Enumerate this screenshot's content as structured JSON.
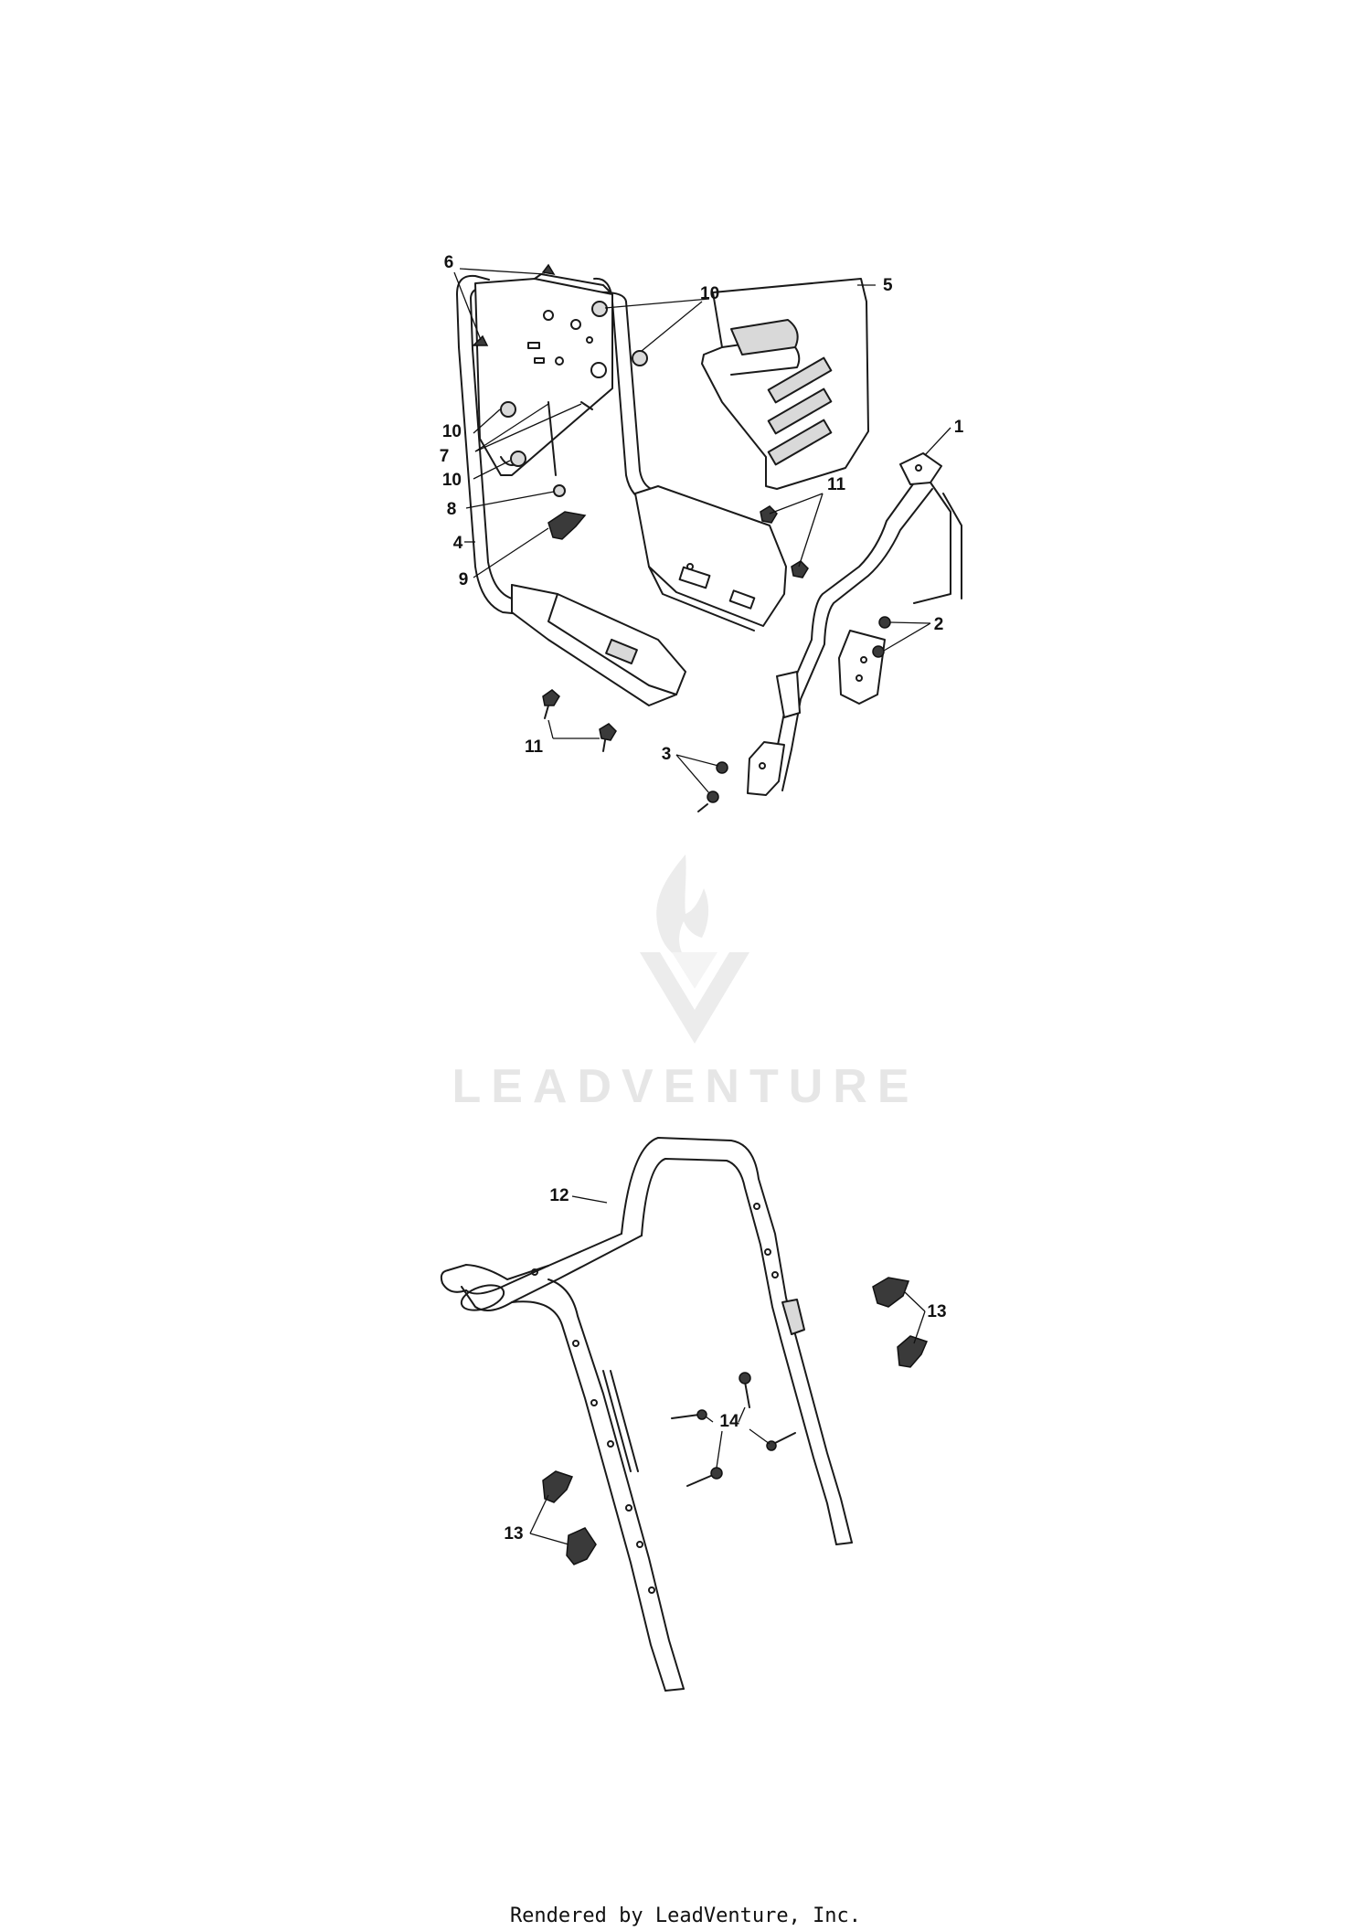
{
  "diagram": {
    "labels": {
      "p1": "1",
      "p2": "2",
      "p3": "3",
      "p4": "4",
      "p5": "5",
      "p6": "6",
      "p7": "7",
      "p8": "8",
      "p9": "9",
      "p10a": "10",
      "p10b": "10",
      "p10c": "10",
      "p11a": "11",
      "p11b": "11",
      "p12": "12",
      "p13a": "13",
      "p13b": "13",
      "p14": "14"
    }
  },
  "watermark": {
    "text": "LEADVENTURE",
    "icon": "flame-v-logo-icon"
  },
  "footer": {
    "text": "Rendered by LeadVenture, Inc."
  },
  "colors": {
    "ink": "#1a1a1a",
    "watermark": "#e6e6e6",
    "background": "#ffffff"
  }
}
